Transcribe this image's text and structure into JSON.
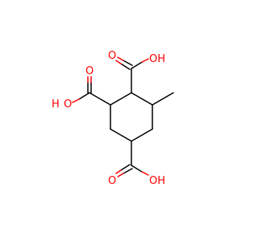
{
  "molecule": {
    "labels": {
      "oh_top": "OH",
      "o_top": "O",
      "h_left": "H",
      "o_left_hydroxyl": "O",
      "o_left_carbonyl": "O",
      "o_bottom_carbonyl": "O",
      "oh_bottom": "OH"
    },
    "colors": {
      "bond": "#000000",
      "heteroatom": "#ff0000",
      "background": "#ffffff"
    }
  }
}
